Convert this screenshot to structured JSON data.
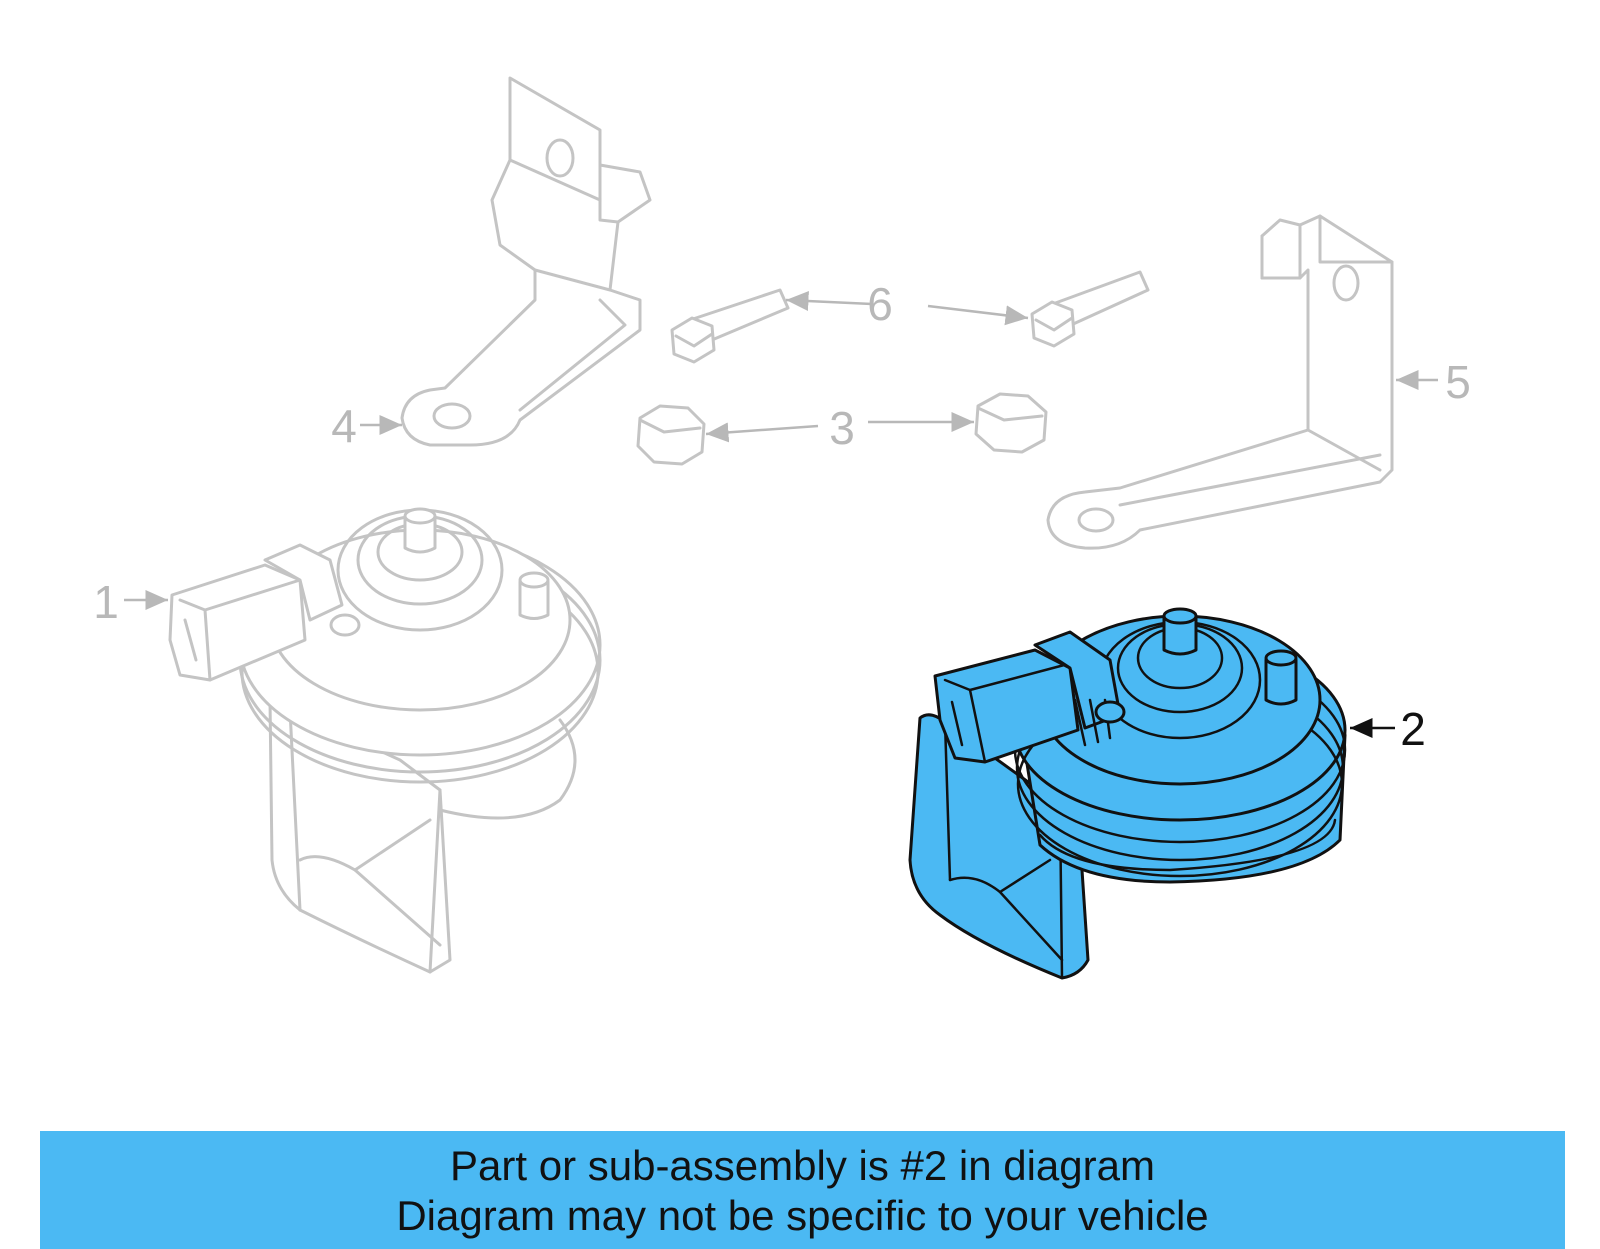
{
  "callouts": {
    "c1": "1",
    "c2": "2",
    "c3": "3",
    "c4": "4",
    "c5": "5",
    "c6": "6"
  },
  "banner": {
    "line1": "Part or sub-assembly is #2 in diagram",
    "line2": "Diagram may not be specific to your vehicle"
  },
  "colors": {
    "highlight": "#4bb9f3",
    "ghost": "#c4c4c4",
    "outline": "#111111"
  }
}
